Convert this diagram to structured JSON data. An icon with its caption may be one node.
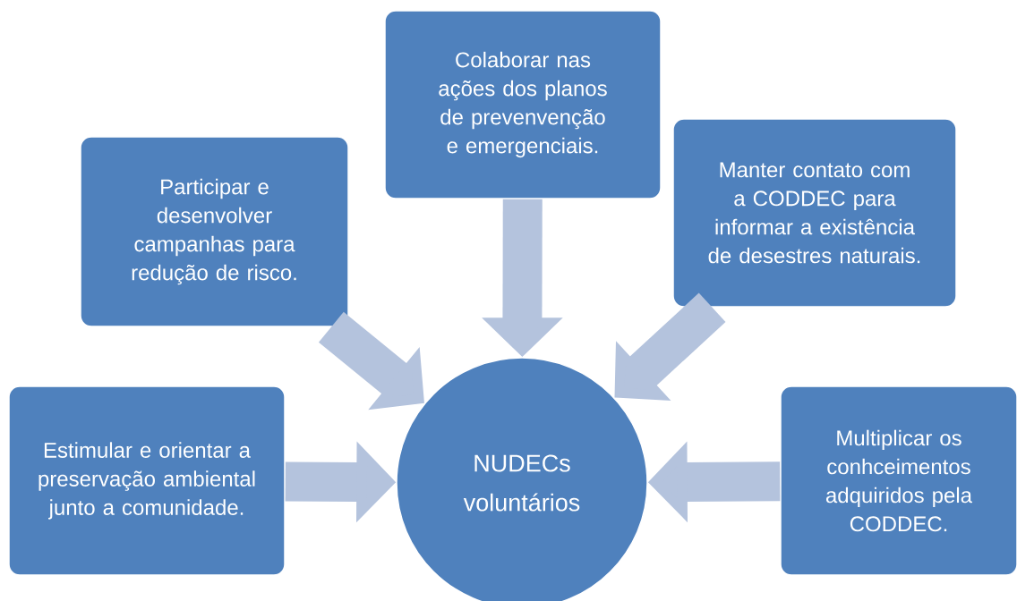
{
  "diagram": {
    "nodes": [
      {
        "text": [
          "Colaborar nas ações dos planos de prevenvenção e emergenciais."
        ]
      },
      {
        "text": [
          "Participar e desenvolver campanhas  para redução de risco."
        ]
      },
      {
        "text": [
          "Manter contato  com a CODDEC para informar a existência de desestres naturais."
        ]
      },
      {
        "text": [
          "Estimular e  orientar a preservação ambiental junto a comunidade."
        ]
      },
      {
        "text": [
          "NUDECs voluntários"
        ]
      },
      {
        "text": [
          "Multiplicar os conhceimentos adquiridos pela CODDEC."
        ]
      }
    ],
    "edges": [
      {
        "from": 0,
        "to": 4,
        "arrow": "to"
      },
      {
        "from": 1,
        "to": 4,
        "arrow": "to"
      },
      {
        "from": 2,
        "to": 4,
        "arrow": "to"
      },
      {
        "from": 3,
        "to": 4,
        "arrow": "to"
      },
      {
        "from": 5,
        "to": 4,
        "arrow": "to"
      }
    ]
  }
}
